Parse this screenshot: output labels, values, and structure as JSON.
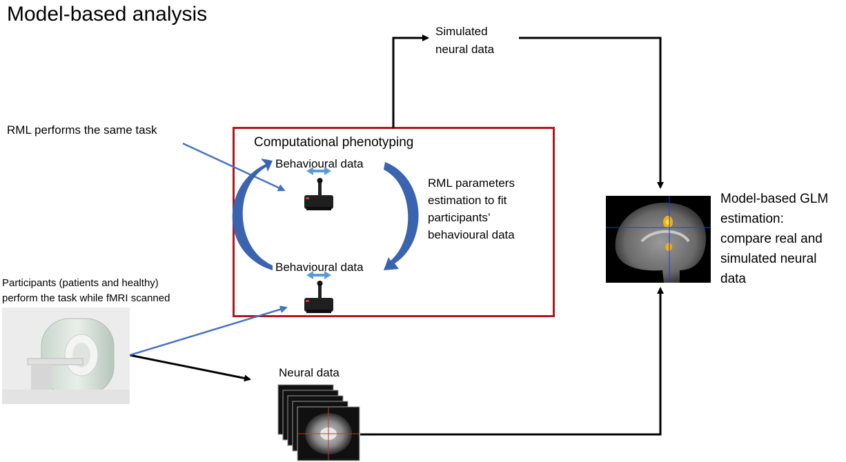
{
  "title": "Model-based analysis",
  "simulated_label": [
    "Simulated",
    "neural data"
  ],
  "rml_task_label": "RML performs the same task",
  "phenotyping_title": "Computational phenotyping",
  "behavioural_top": "Behavioural data",
  "behavioural_bottom": "Behavioural data",
  "rml_params_label": [
    "RML parameters",
    "estimation to fit",
    "participants’",
    "behavioural data"
  ],
  "participants_label": [
    "Participants (patients and healthy)",
    "perform the task while fMRI scanned"
  ],
  "neural_label": "Neural data",
  "glm_label": [
    "Model-based GLM",
    "estimation:",
    "compare real and",
    "simulated neural",
    "data"
  ],
  "colors": {
    "box_border": "#b0161c",
    "blue_arrow": "#4472c4",
    "curved_arrow": "#3a63b0",
    "black_arrow": "#000000"
  }
}
